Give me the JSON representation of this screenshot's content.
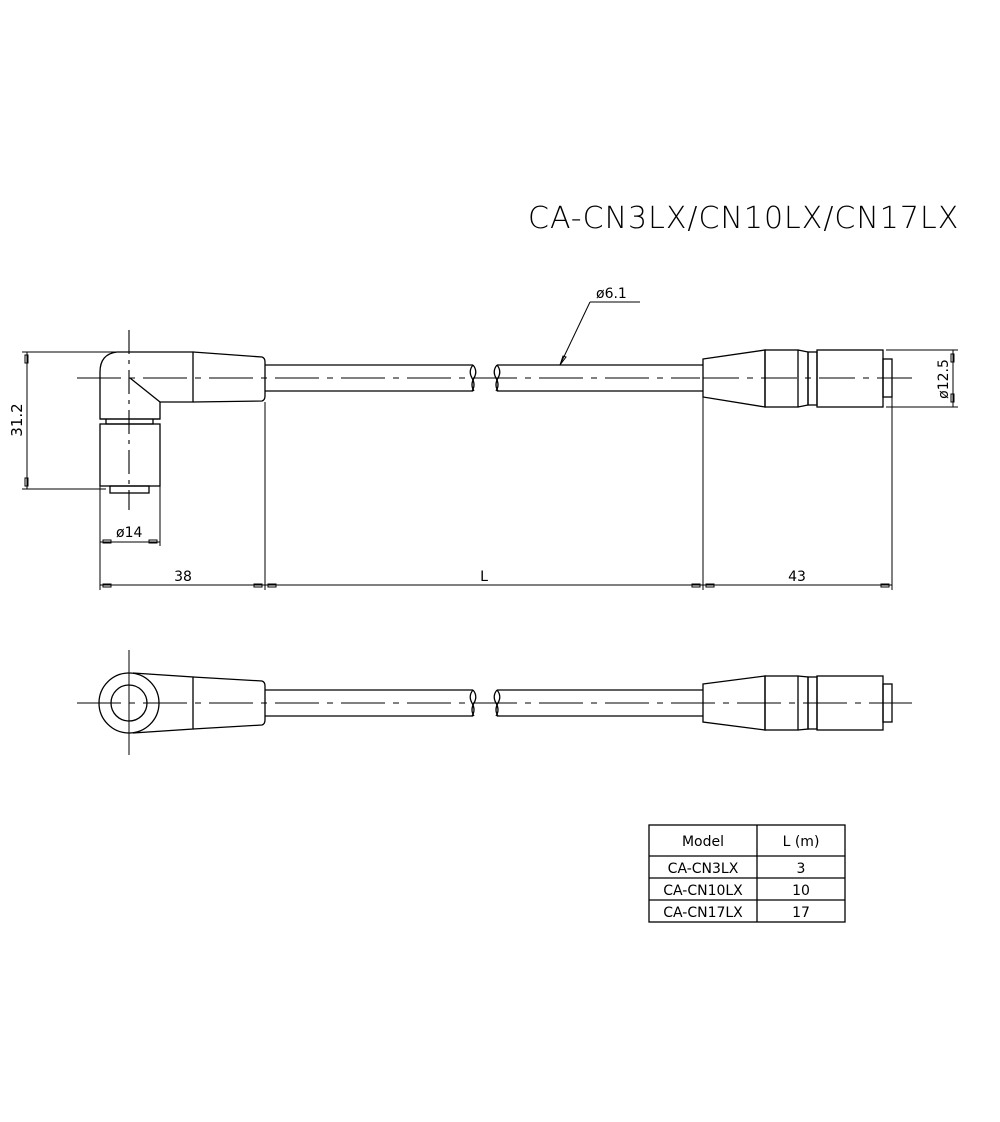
{
  "title": "CA-CN3LX/CN10LX/CN17LX",
  "dimensions": {
    "height_left": "31.2",
    "diameter_connector": "ø14",
    "length_left": "38",
    "length_cable": "L",
    "length_right": "43",
    "diameter_cable": "ø6.1",
    "diameter_right": "ø12.5"
  },
  "table": {
    "headers": [
      "Model",
      "L (m)"
    ],
    "rows": [
      {
        "model": "CA-CN3LX",
        "length": "3"
      },
      {
        "model": "CA-CN10LX",
        "length": "10"
      },
      {
        "model": "CA-CN17LX",
        "length": "17"
      }
    ]
  },
  "colors": {
    "line": "#000000",
    "background": "#ffffff"
  }
}
